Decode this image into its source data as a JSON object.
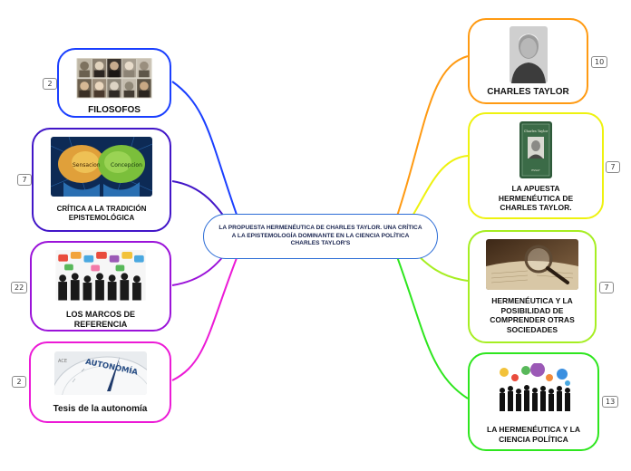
{
  "central": {
    "title": "LA PROPUESTA HERMENÉUTICA DE CHARLES TAYLOR. UNA CRÍTICA A LA EPISTEMOLOGÍA DOMINANTE EN LA CIENCIA POLÍTICA CHARLES TAYLOR'S"
  },
  "left_nodes": [
    {
      "label": "FILOSOFOS",
      "badge": "2",
      "color": "#1a3fff"
    },
    {
      "label": "CRÍTICA A LA TRADICIÓN EPISTEMOLÓGICA",
      "badge": "7",
      "color": "#4216c8"
    },
    {
      "label": "LOS MARCOS DE REFERENCIA",
      "badge": "22",
      "color": "#9b13d9"
    },
    {
      "label": "Tesis de la autonomía",
      "badge": "2",
      "color": "#ec1ad6"
    }
  ],
  "right_nodes": [
    {
      "label": "CHARLES TAYLOR",
      "badge": "10",
      "color": "#ff9a12"
    },
    {
      "label": "LA APUESTA HERMENÉUTICA DE CHARLES TAYLOR.",
      "badge": "7",
      "color": "#eef20f"
    },
    {
      "label": "HERMENÉUTICA Y LA POSIBILIDAD DE COMPRENDER OTRAS SOCIEDADES",
      "badge": "7",
      "color": "#a6ee22"
    },
    {
      "label": "LA HERMENÉUTICA Y LA CIENCIA POLÍTICA",
      "badge": "13",
      "color": "#2ee61e"
    }
  ],
  "images": {
    "brain_labels": [
      "Sensacion",
      "Concepcion"
    ],
    "book_title": "Charles Taylor",
    "book_footer": "ESSAY",
    "compass_text": "AUTONOMÍA",
    "compass_small": "ACE"
  }
}
